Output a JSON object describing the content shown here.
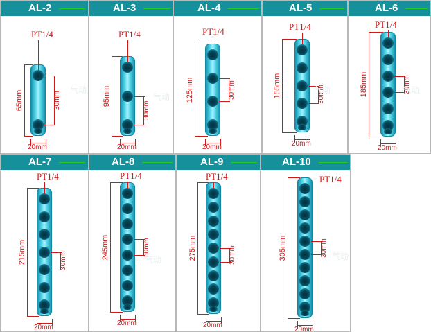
{
  "thread": "PT1/4",
  "pitch": "30mm",
  "width": "20mm",
  "watermark": "气动",
  "colors": {
    "header": "#16909b",
    "bar": "#4fd3e8",
    "dimension": "#d01818",
    "header_rule": "#22cc22"
  },
  "models": [
    {
      "id": "AL-2",
      "length": "65mm",
      "ports": 2
    },
    {
      "id": "AL-3",
      "length": "95mm",
      "ports": 3
    },
    {
      "id": "AL-4",
      "length": "125mm",
      "ports": 4
    },
    {
      "id": "AL-5",
      "length": "155mm",
      "ports": 5
    },
    {
      "id": "AL-6",
      "length": "185mm",
      "ports": 6
    },
    {
      "id": "AL-7",
      "length": "215mm",
      "ports": 7
    },
    {
      "id": "AL-8",
      "length": "245mm",
      "ports": 8
    },
    {
      "id": "AL-9",
      "length": "275mm",
      "ports": 9
    },
    {
      "id": "AL-10",
      "length": "305mm",
      "ports": 10
    }
  ]
}
